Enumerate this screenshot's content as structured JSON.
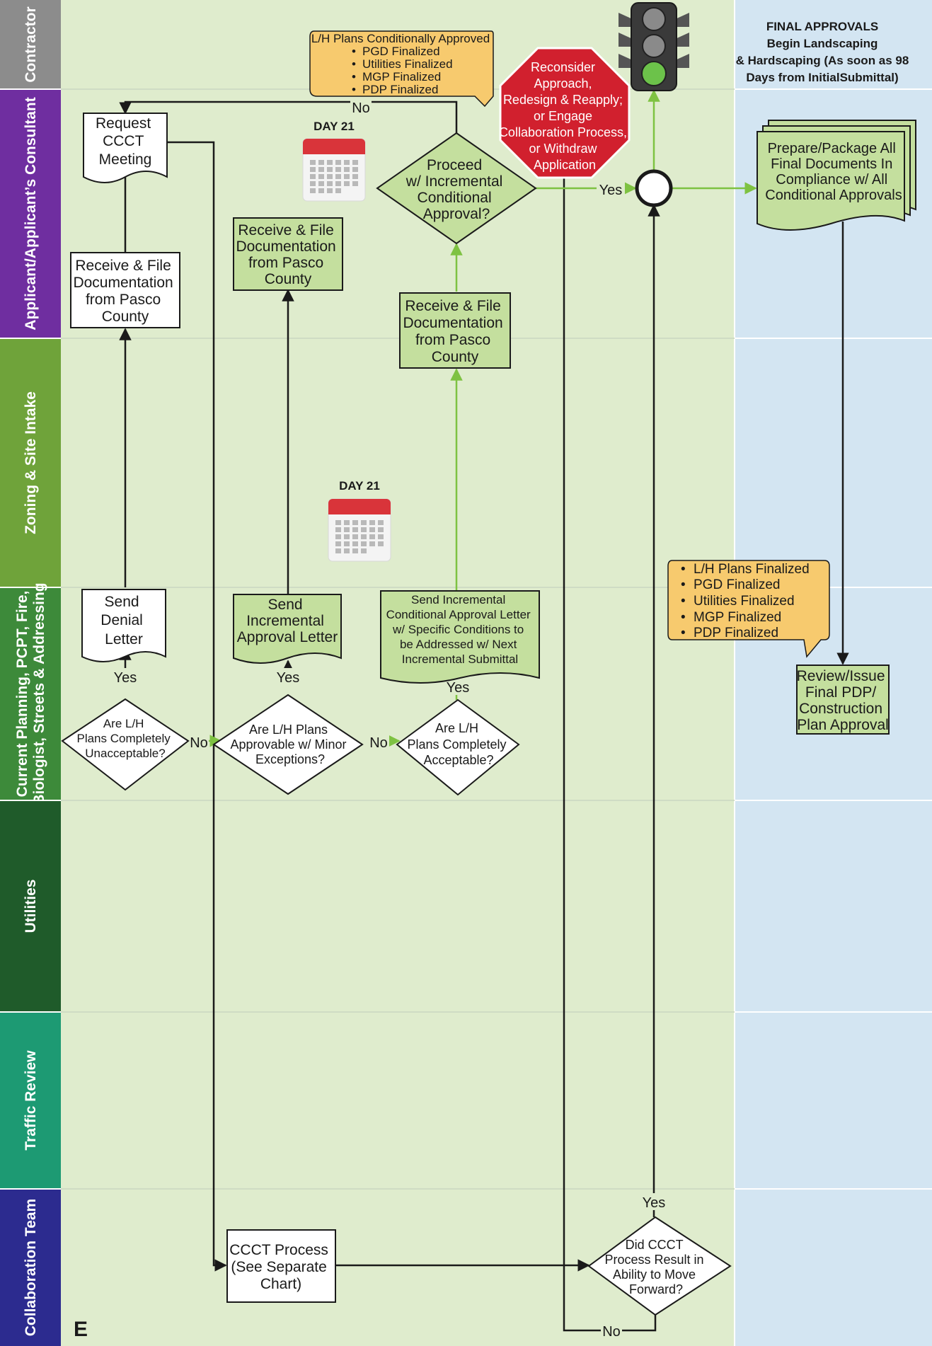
{
  "lanes": [
    {
      "id": "contractor",
      "label": "Contractor",
      "color": "#8c8c8c"
    },
    {
      "id": "applicant",
      "label": "Applicant/Applicant’s Consultant",
      "color": "#6f2ea0"
    },
    {
      "id": "zoning",
      "label": "Zoning & Site Intake",
      "color": "#6fa33a"
    },
    {
      "id": "planning",
      "label": [
        "Current Planning, PCPT, Fire,",
        "Biologist, Streets & Addressing"
      ],
      "color": "#3d8a3a"
    },
    {
      "id": "utilities",
      "label": "Utilities",
      "color": "#1f5b2a"
    },
    {
      "id": "traffic",
      "label": "Traffic Review",
      "color": "#1d9a73"
    },
    {
      "id": "collab",
      "label": "Collaboration Team",
      "color": "#2c2b8f"
    }
  ],
  "final_approvals": {
    "title": "FINAL APPROVALS",
    "lines": [
      "Begin Landscaping",
      "& Hardscaping (As soon as 98",
      "Days from InitialSubmittal)"
    ]
  },
  "day_markers": [
    {
      "id": "day-21-a",
      "label": "DAY 21"
    },
    {
      "id": "day-21-b",
      "label": "DAY 21"
    }
  ],
  "nodes": {
    "request_ccct": [
      "Request",
      "CCCT",
      "Meeting"
    ],
    "receive_file_1": [
      "Receive & File",
      "Documentation",
      "from Pasco",
      "County"
    ],
    "receive_file_2": [
      "Receive & File",
      "Documentation",
      "from Pasco",
      "County"
    ],
    "receive_file_3": [
      "Receive & File",
      "Documentation",
      "from Pasco",
      "County"
    ],
    "proceed_decision": [
      "Proceed",
      "w/ Incremental",
      "Conditional",
      "Approval?"
    ],
    "reconsider": [
      "Reconsider",
      "Approach,",
      "Redesign & Reapply;",
      "or Engage",
      "Collaboration Process,",
      "or Withdraw",
      "Application"
    ],
    "prepare_package": [
      "Prepare/Package All",
      "Final Documents In",
      "Compliance w/ All",
      "Conditional Approvals"
    ],
    "send_denial": [
      "Send",
      "Denial",
      "Letter"
    ],
    "send_incremental": [
      "Send",
      "Incremental",
      "Approval Letter"
    ],
    "send_conditional": [
      "Send Incremental",
      "Conditional Approval Letter",
      "w/ Specific Conditions to",
      "be Addressed w/ Next",
      "Incremental Submittal"
    ],
    "q_unacceptable": [
      "Are L/H",
      "Plans Completely",
      "Unacceptable?"
    ],
    "q_minor": [
      "Are L/H Plans",
      "Approvable w/ Minor",
      "Exceptions?"
    ],
    "q_acceptable": [
      "Are L/H",
      "Plans Completely",
      "Acceptable?"
    ],
    "review_issue": [
      "Review/Issue",
      "Final PDP/",
      "Construction",
      "Plan Approval"
    ],
    "ccct_process": [
      "CCCT Process",
      "(See Separate",
      "Chart)"
    ],
    "ccct_decision": [
      "Did CCCT",
      "Process Result in",
      "Ability to Move",
      "Forward?"
    ]
  },
  "callouts": {
    "conditional": {
      "title": "L/H Plans Conditionally Approved",
      "items": [
        "PGD Finalized",
        "Utilities Finalized",
        "MGP Finalized",
        "PDP Finalized"
      ]
    },
    "finalized": {
      "items": [
        "L/H Plans Finalized",
        "PGD Finalized",
        "Utilities Finalized",
        "MGP Finalized",
        "PDP Finalized"
      ]
    }
  },
  "edge_labels": {
    "yes": "Yes",
    "no": "No"
  },
  "page_letter": "E",
  "colors": {
    "lane_fill": "#dfeccd",
    "final_fill": "#d3e5f2",
    "box_green": "#c4df9e",
    "callout_orange": "#f7ca6e",
    "stop_red": "#d1202e",
    "arrow_green": "#7ec242",
    "line_dark": "#1a1a1a"
  }
}
